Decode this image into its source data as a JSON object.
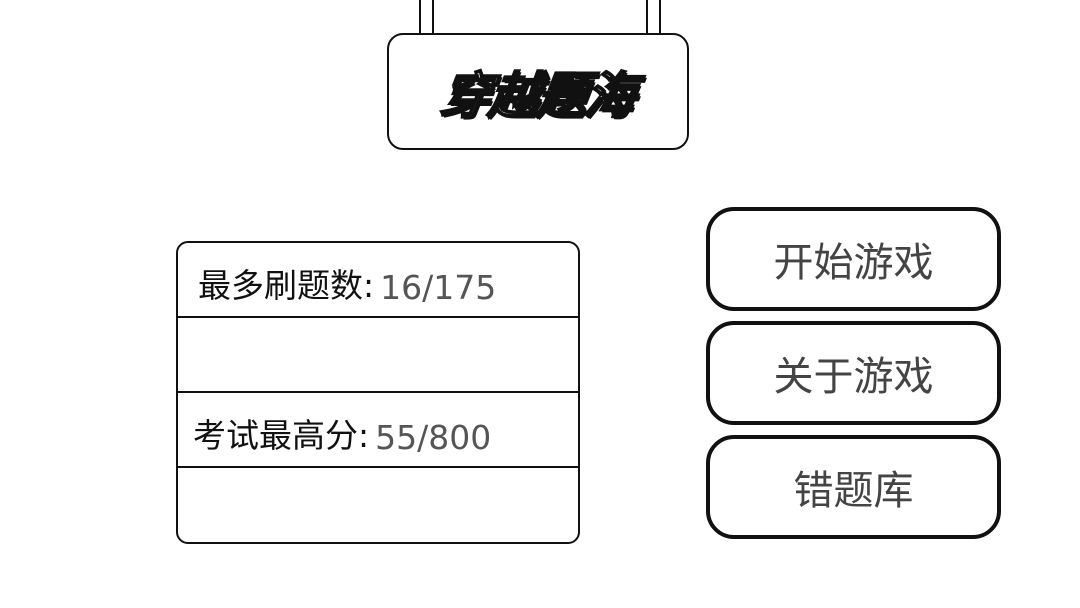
{
  "sign": {
    "title": "穿越题海",
    "colors": {
      "stroke": "#111111",
      "fill": "#ffffff"
    }
  },
  "stats": {
    "rows": [
      {
        "label": "最多刷题数:",
        "value": "16/175"
      },
      {
        "label": "",
        "value": ""
      },
      {
        "label": "考试最高分:",
        "value": "55/800"
      },
      {
        "label": "",
        "value": ""
      }
    ]
  },
  "menu": {
    "buttons": [
      {
        "label": "开始游戏"
      },
      {
        "label": "关于游戏"
      },
      {
        "label": "错题库"
      }
    ]
  },
  "colors": {
    "border": "#111111",
    "value_text": "#555555",
    "button_text": "#444444",
    "background": "#ffffff"
  }
}
